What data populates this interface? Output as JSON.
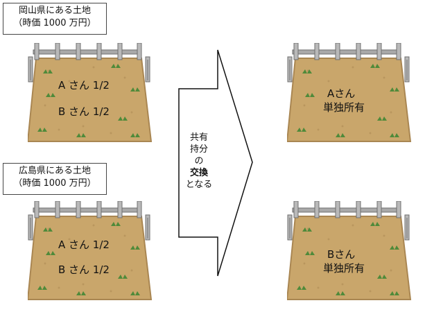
{
  "okayama": {
    "title": "岡山県にある土地",
    "price": "（時価 1000 万円）"
  },
  "hiroshima": {
    "title": "広島県にある土地",
    "price": "（時価 1000 万円）"
  },
  "before_top": {
    "line1": "A さん 1/2",
    "line2": "B さん 1/2"
  },
  "before_bottom": {
    "line1": "A さん 1/2",
    "line2": "B さん 1/2"
  },
  "arrow": {
    "lines": [
      "共有",
      "持分",
      "の",
      "交換",
      "となる"
    ]
  },
  "after_top": {
    "owner": "Aさん",
    "status": "単独所有"
  },
  "after_bottom": {
    "owner": "Bさん",
    "status": "単独所有"
  },
  "colors": {
    "soil": "#c9a66b",
    "soil_edge": "#a98652",
    "grass": "#4f8a3a",
    "fence": "#8c8c8c"
  }
}
